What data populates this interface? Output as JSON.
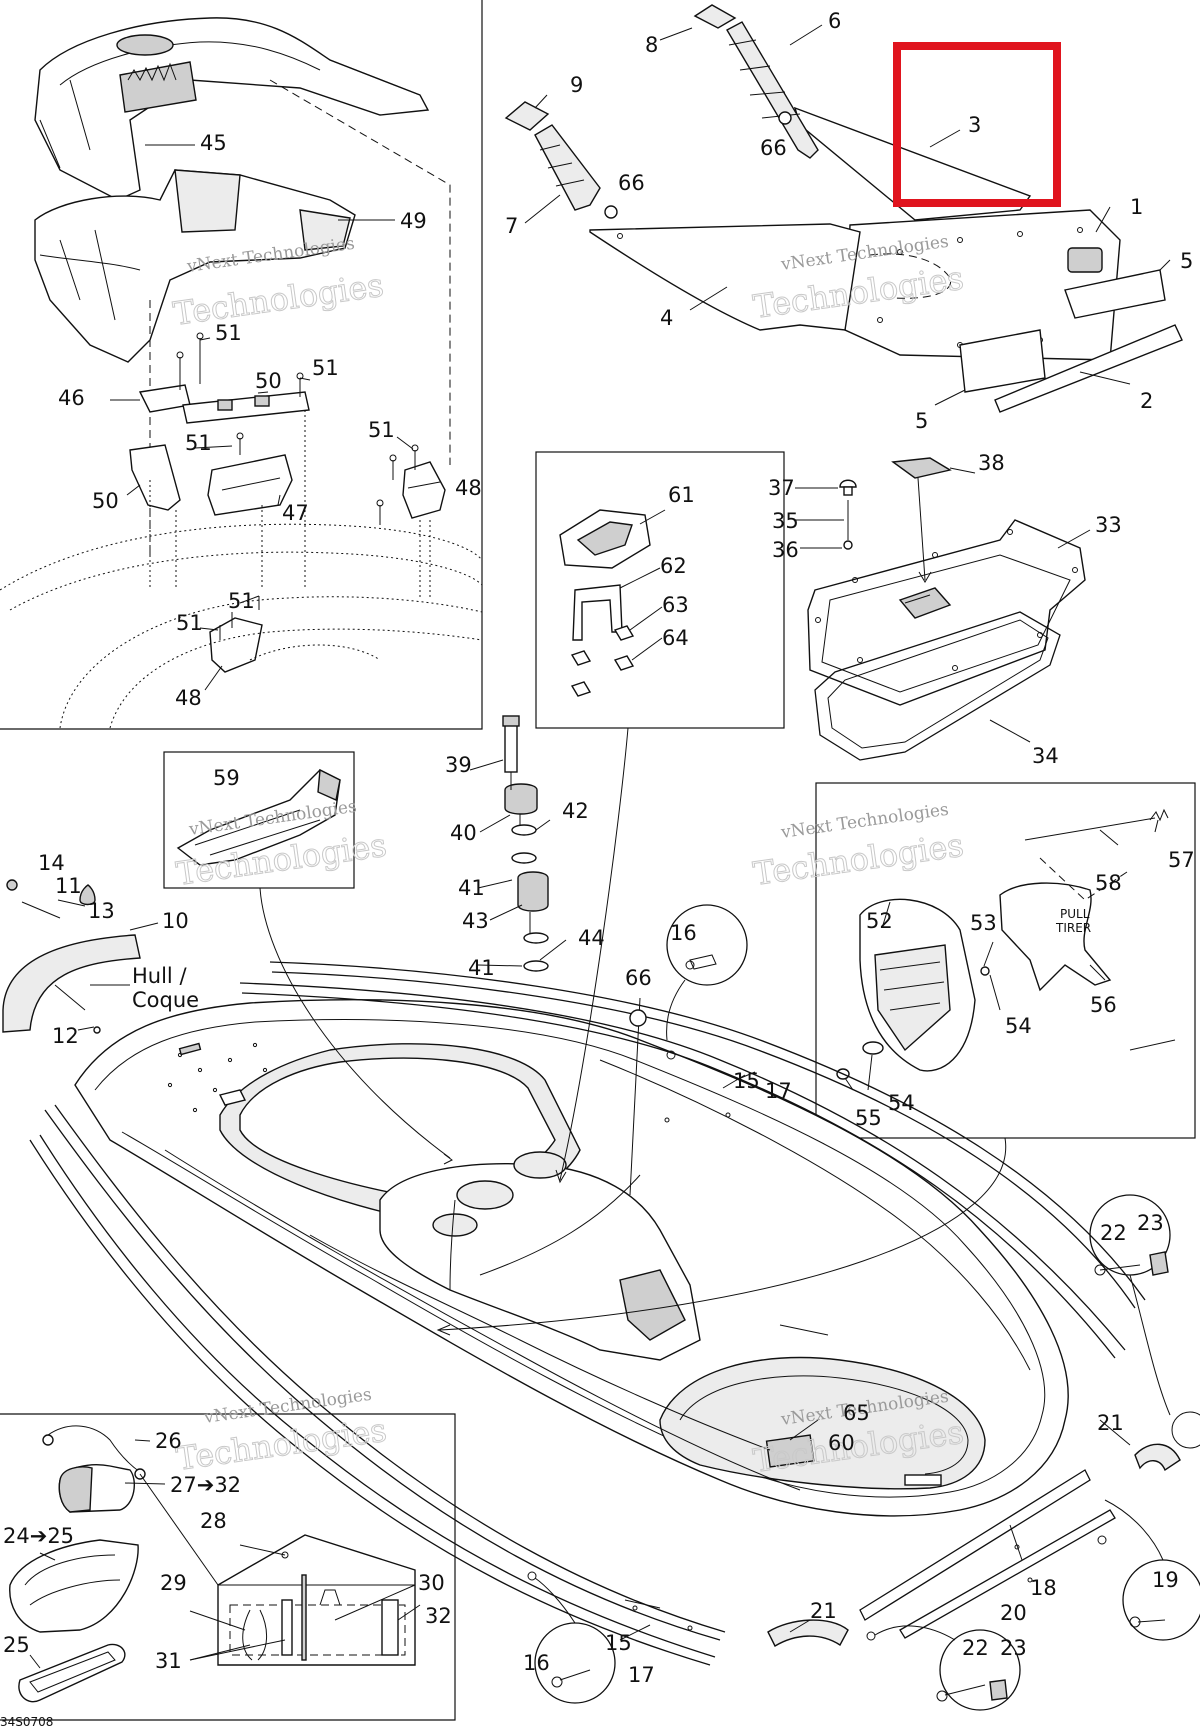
{
  "callouts": {
    "c1": "1",
    "c2": "2",
    "c3": "3",
    "c4": "4",
    "c5a": "5",
    "c5b": "5",
    "c6": "6",
    "c7": "7",
    "c8": "8",
    "c9": "9",
    "c10": "10",
    "c11": "11",
    "c12": "12",
    "c13": "13",
    "c14": "14",
    "c15a": "15",
    "c15b": "15",
    "c16a": "16",
    "c16b": "16",
    "c17a": "17",
    "c17b": "17",
    "c18": "18",
    "c19": "19",
    "c20": "20",
    "c21a": "21",
    "c21b": "21",
    "c22a": "22",
    "c22b": "22",
    "c23a": "23",
    "c23b": "23",
    "c24": "24➔25",
    "c25": "25",
    "c26": "26",
    "c27": "27➔32",
    "c28": "28",
    "c29": "29",
    "c30": "30",
    "c31": "31",
    "c32": "32",
    "c33": "33",
    "c34": "34",
    "c35": "35",
    "c36": "36",
    "c37": "37",
    "c38": "38",
    "c39": "39",
    "c40": "40",
    "c41a": "41",
    "c41b": "41",
    "c42": "42",
    "c43": "43",
    "c44": "44",
    "c45": "45",
    "c46": "46",
    "c47": "47",
    "c48a": "48",
    "c48b": "48",
    "c49": "49",
    "c50a": "50",
    "c50b": "50",
    "c51a": "51",
    "c51b": "51",
    "c51c": "51",
    "c51d": "51",
    "c51e": "51",
    "c51f": "51",
    "c52": "52",
    "c53": "53",
    "c54a": "54",
    "c54b": "54",
    "c55": "55",
    "c56": "56",
    "c57": "57",
    "c58": "58",
    "c59": "59",
    "c60": "60",
    "c61": "61",
    "c62": "62",
    "c63": "63",
    "c64": "64",
    "c65": "65",
    "c66a": "66",
    "c66b": "66",
    "c66c": "66"
  },
  "hull_label_line1": "Hull /",
  "hull_label_line2": "Coque",
  "watermark_line1": "vNext Technologies",
  "watermark_line2": "Technologies",
  "drawing_code": "34S0708",
  "pull_tab_text_1": "PULL",
  "pull_tab_text_2": "TIRER",
  "highlight_color": "#e0141e"
}
